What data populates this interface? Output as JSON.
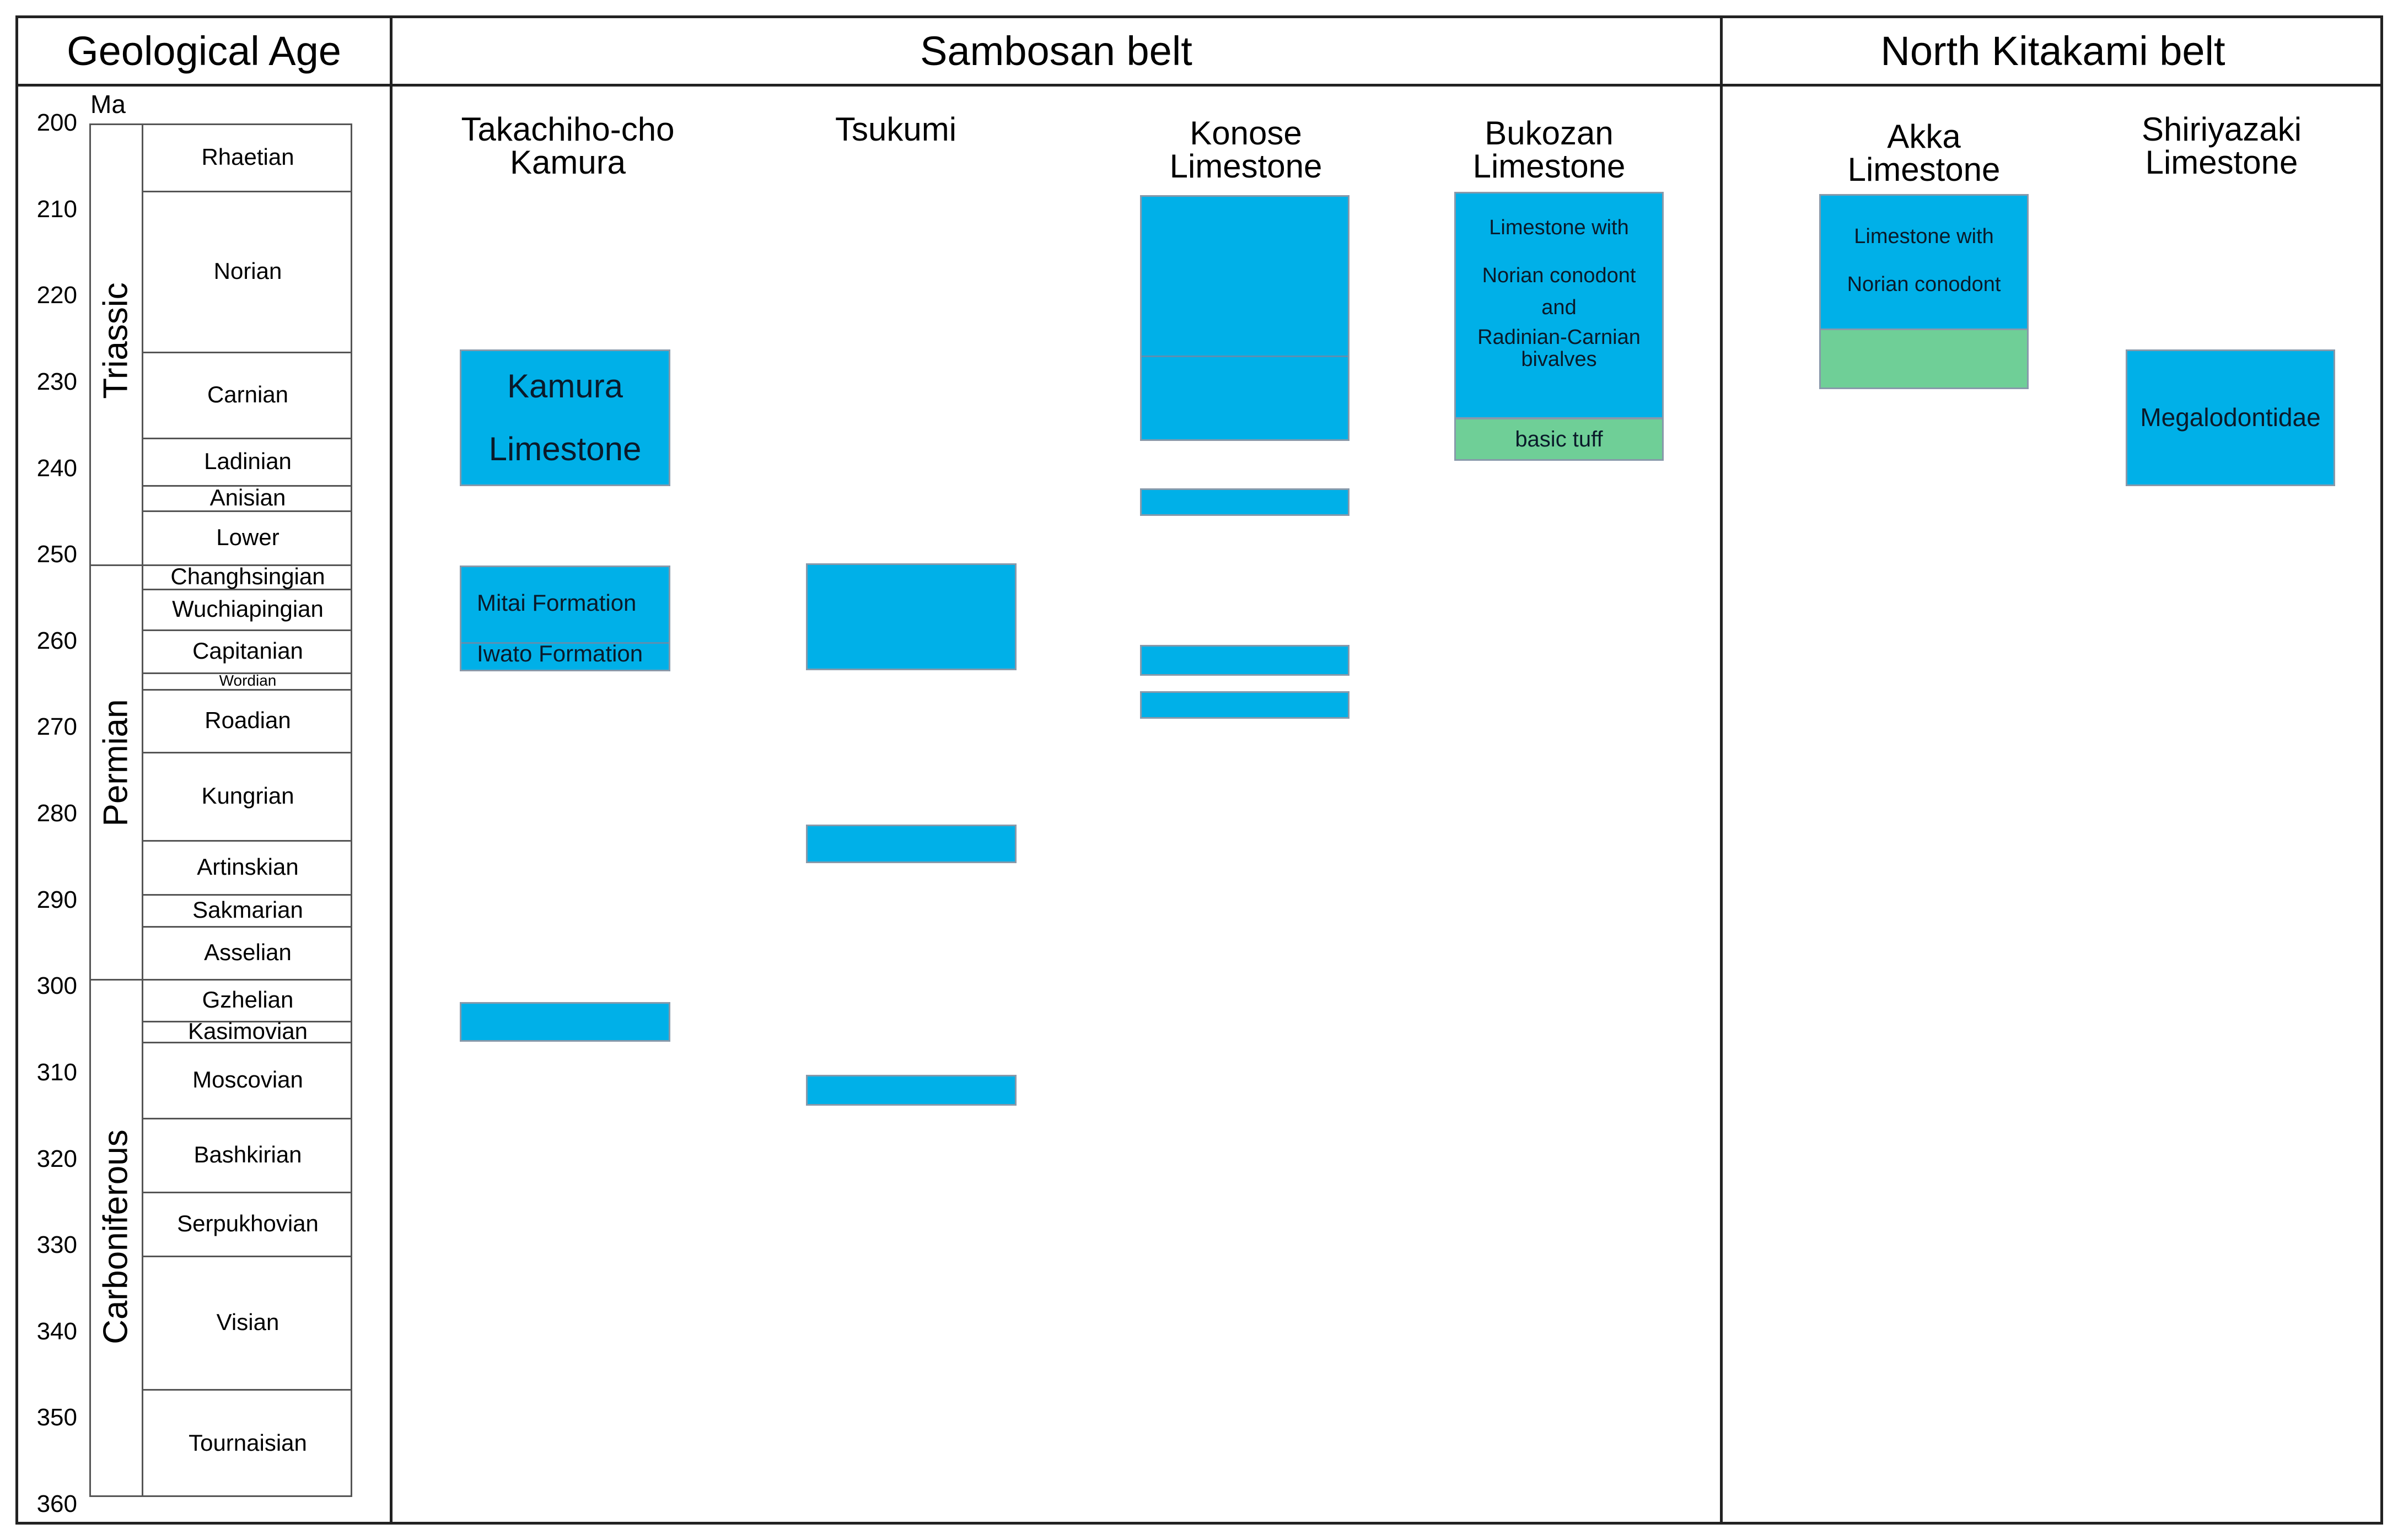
{
  "headers": {
    "geological_age": "Geological Age",
    "sambosan": "Sambosan belt",
    "north_kitakami": "North Kitakami belt"
  },
  "axis": {
    "unit": "Ma",
    "ticks": [
      "200",
      "210",
      "220",
      "230",
      "240",
      "250",
      "260",
      "270",
      "280",
      "290",
      "300",
      "310",
      "320",
      "330",
      "340",
      "350",
      "360"
    ]
  },
  "periods": {
    "triassic": "Triassic",
    "permian": "Permian",
    "carboniferous": "Carboniferous"
  },
  "stages": {
    "rhaetian": "Rhaetian",
    "norian": "Norian",
    "carnian": "Carnian",
    "ladinian": "Ladinian",
    "anisian": "Anisian",
    "lower": "Lower",
    "changhsingian": "Changhsingian",
    "wuchiapingian": "Wuchiapingian",
    "capitanian": "Capitanian",
    "wordian": "Wordian",
    "roadian": "Roadian",
    "kungrian": "Kungrian",
    "artinskian": "Artinskian",
    "sakmarian": "Sakmarian",
    "asselian": "Asselian",
    "gzhelian": "Gzhelian",
    "kasimovian": "Kasimovian",
    "moscovian": "Moscovian",
    "bashkirian": "Bashkirian",
    "serpukhovian": "Serpukhovian",
    "visian": "Visian",
    "tournaisian": "Tournaisian"
  },
  "columns": {
    "takachiho": "Takachiho-cho\nKamura",
    "tsukumi": "Tsukumi",
    "konose": "Konose\nLimestone",
    "bukozan": "Bukozan\nLimestone",
    "akka": "Akka\nLimestone",
    "shiriyazaki": "Shiriyazaki\nLimestone"
  },
  "labels": {
    "kamura_1": "Kamura",
    "kamura_2": "Limestone",
    "mitai": "Mitai Formation",
    "iwato": "Iwato Formation",
    "bukozan_1": "Limestone with",
    "bukozan_2": "Norian conodont",
    "bukozan_3": "and",
    "bukozan_4": "Radinian-Carnian",
    "bukozan_5": "bivalves",
    "basic_tuff": "basic tuff",
    "akka_1": "Limestone with",
    "akka_2": "Norian conodont",
    "megalodontidae": "Megalodontidae"
  },
  "colors": {
    "limestone": "#00b0e8",
    "tuff": "#6fcf97",
    "border": "#222222"
  }
}
